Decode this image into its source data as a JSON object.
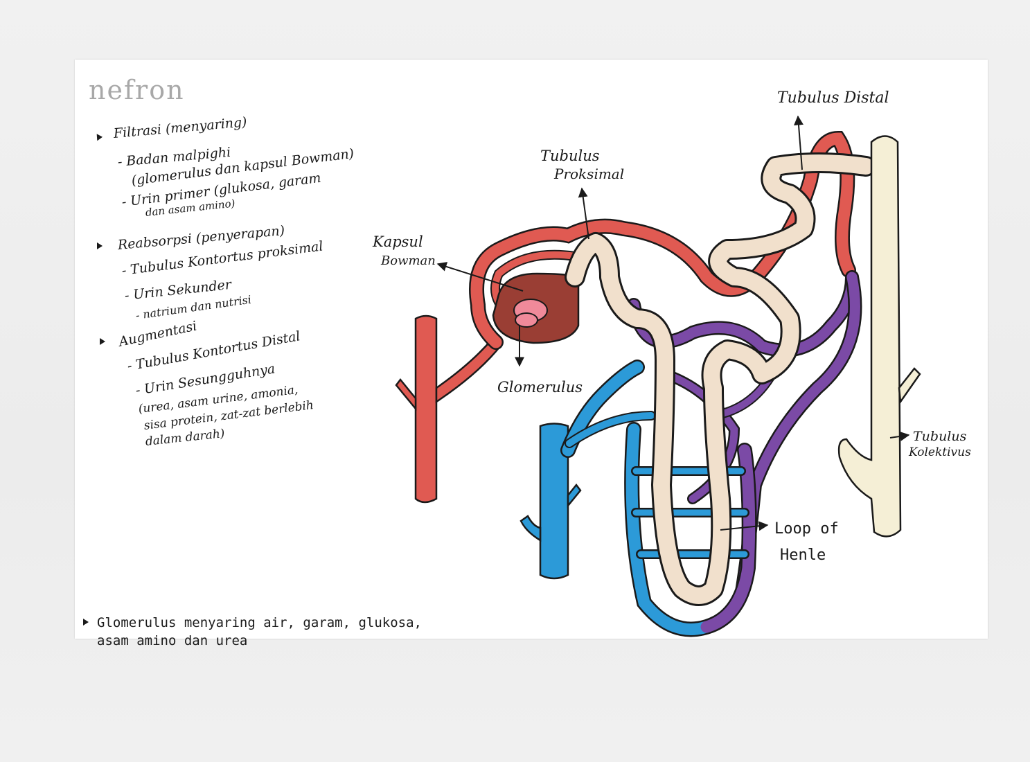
{
  "title": "nefron",
  "notes": {
    "filtrasi": {
      "heading": "Filtrasi (menyaring)",
      "items": [
        "- Badan malpighi",
        "(glomerulus dan kapsul Bowman)",
        "- Urin primer (glukosa, garam",
        "dan asam amino)"
      ]
    },
    "reabsorpsi": {
      "heading": "Reabsorpsi (penyerapan)",
      "items": [
        "- Tubulus Kontortus proksimal",
        "- Urin Sekunder",
        "- natrium dan nutrisi"
      ]
    },
    "augmentasi": {
      "heading": "Augmentasi",
      "items": [
        "- Tubulus Kontortus Distal",
        "- Urin Sesungguhnya",
        "(urea, asam urine, amonia,",
        "sisa protein, zat-zat berlebih",
        "dalam darah)"
      ]
    }
  },
  "labels": {
    "kapsul_bowman_1": "Kapsul",
    "kapsul_bowman_2": "Bowman",
    "glomerulus": "Glomerulus",
    "tubulus_proksimal_1": "Tubulus",
    "tubulus_proksimal_2": "Proksimal",
    "tubulus_distal": "Tubulus Distal",
    "tubulus_kolektivus_1": "Tubulus",
    "tubulus_kolektivus_2": "Kolektivus",
    "loop_of_henle_1": "Loop of",
    "loop_of_henle_2": "Henle"
  },
  "footer": {
    "line1": "Glomerulus menyaring air, garam, glukosa,",
    "line2": "asam amino dan urea"
  },
  "colors": {
    "artery": "#e05a52",
    "artery_outline": "#1a1a1a",
    "vein": "#2c9ad8",
    "capillary_purple": "#7b4aa6",
    "tubule": "#f1e0cc",
    "bowman": "#9a3e34",
    "collecting": "#f5efd6"
  }
}
